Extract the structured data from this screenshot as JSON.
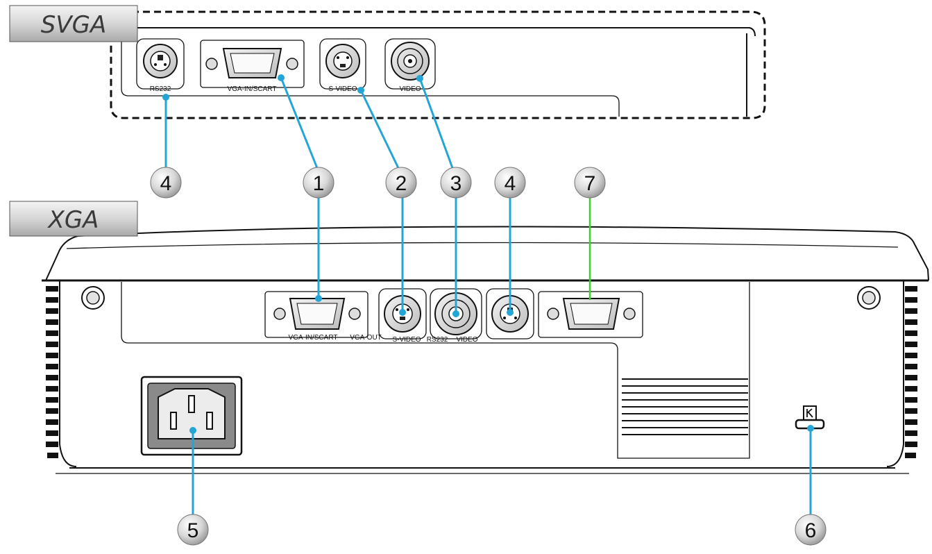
{
  "variants": {
    "svga": "SVGA",
    "xga": "XGA"
  },
  "svga_ports": {
    "rs232": "RS232",
    "vga_in_scart": "VGA-IN/SCART",
    "s_video": "S-VIDEO",
    "video": "VIDEO"
  },
  "xga_ports": {
    "vga_in_scart": "VGA-IN/SCART",
    "vga_out": "VGA-OUT",
    "s_video": "S-VIDEO",
    "rs232": "RS232",
    "video": "VIDEO"
  },
  "callouts": {
    "c4_top": "4",
    "c1": "1",
    "c2": "2",
    "c3": "3",
    "c4": "4",
    "c7": "7",
    "c5": "5",
    "c6": "6"
  },
  "colors": {
    "leader": "#23a5d6",
    "leader_vga_out": "#3ad12a"
  }
}
